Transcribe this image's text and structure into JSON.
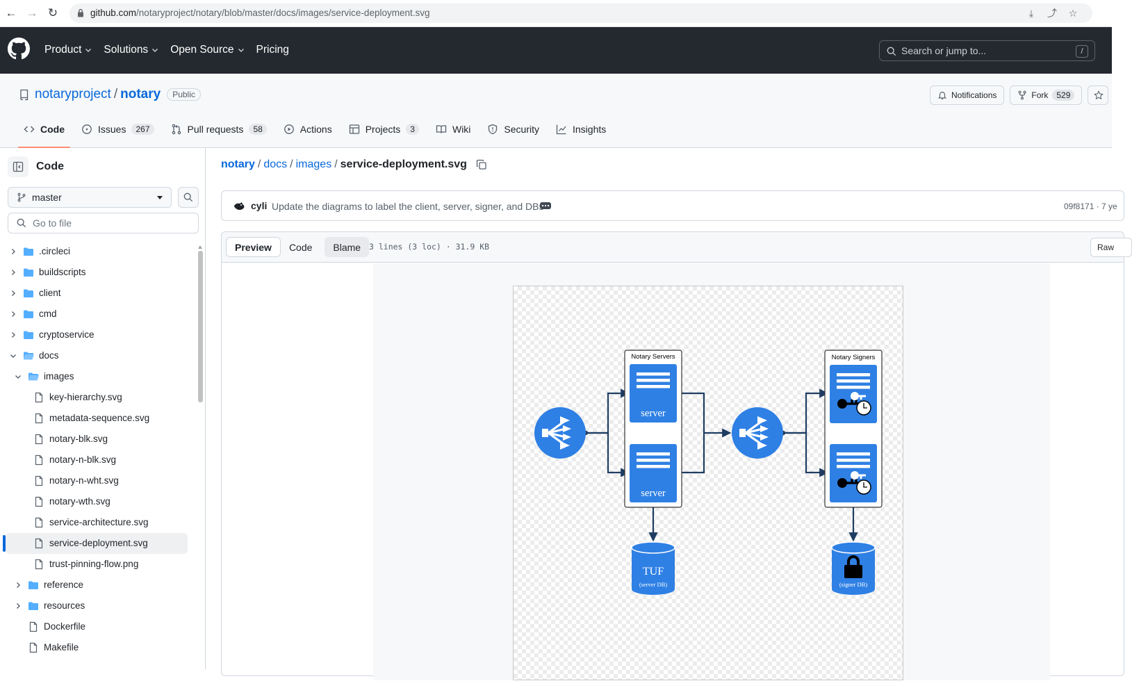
{
  "browser": {
    "url_host": "github.com",
    "url_path": "/notaryproject/notary/blob/master/docs/images/service-deployment.svg"
  },
  "header": {
    "nav": [
      "Product",
      "Solutions",
      "Open Source",
      "Pricing"
    ],
    "search_placeholder": "Search or jump to...",
    "search_shortcut": "/"
  },
  "repo": {
    "owner": "notaryproject",
    "name": "notary",
    "visibility": "Public",
    "notifications_label": "Notifications",
    "fork_label": "Fork",
    "fork_count": "529"
  },
  "tabs": [
    {
      "label": "Code",
      "icon": "code-icon",
      "active": true
    },
    {
      "label": "Issues",
      "count": "267",
      "icon": "issue-icon"
    },
    {
      "label": "Pull requests",
      "count": "58",
      "icon": "pull-request-icon"
    },
    {
      "label": "Actions",
      "icon": "play-icon"
    },
    {
      "label": "Projects",
      "count": "3",
      "icon": "table-icon"
    },
    {
      "label": "Wiki",
      "icon": "book-icon"
    },
    {
      "label": "Security",
      "icon": "shield-icon"
    },
    {
      "label": "Insights",
      "icon": "graph-icon"
    }
  ],
  "sidebar": {
    "title": "Code",
    "branch": "master",
    "goto_placeholder": "Go to file",
    "tree": [
      {
        "label": ".circleci",
        "type": "folder",
        "depth": 0,
        "expanded": false
      },
      {
        "label": "buildscripts",
        "type": "folder",
        "depth": 0,
        "expanded": false
      },
      {
        "label": "client",
        "type": "folder",
        "depth": 0,
        "expanded": false
      },
      {
        "label": "cmd",
        "type": "folder",
        "depth": 0,
        "expanded": false
      },
      {
        "label": "cryptoservice",
        "type": "folder",
        "depth": 0,
        "expanded": false
      },
      {
        "label": "docs",
        "type": "folder",
        "depth": 0,
        "expanded": true
      },
      {
        "label": "images",
        "type": "folder",
        "depth": 1,
        "expanded": true
      },
      {
        "label": "key-hierarchy.svg",
        "type": "file",
        "depth": 2
      },
      {
        "label": "metadata-sequence.svg",
        "type": "file",
        "depth": 2
      },
      {
        "label": "notary-blk.svg",
        "type": "file",
        "depth": 2
      },
      {
        "label": "notary-n-blk.svg",
        "type": "file",
        "depth": 2
      },
      {
        "label": "notary-n-wht.svg",
        "type": "file",
        "depth": 2
      },
      {
        "label": "notary-wth.svg",
        "type": "file",
        "depth": 2
      },
      {
        "label": "service-architecture.svg",
        "type": "file",
        "depth": 2
      },
      {
        "label": "service-deployment.svg",
        "type": "file",
        "depth": 2,
        "selected": true
      },
      {
        "label": "trust-pinning-flow.png",
        "type": "file",
        "depth": 2
      },
      {
        "label": "reference",
        "type": "folder",
        "depth": 1,
        "expanded": false
      },
      {
        "label": "resources",
        "type": "folder",
        "depth": 1,
        "expanded": false
      },
      {
        "label": "Dockerfile",
        "type": "file",
        "depth": 1
      },
      {
        "label": "Makefile",
        "type": "file",
        "depth": 1
      }
    ]
  },
  "breadcrumb": {
    "repo": "notary",
    "dir1": "docs",
    "dir2": "images",
    "file": "service-deployment.svg"
  },
  "commit": {
    "author": "cyli",
    "message": "Update the diagrams to label the client, server, signer, and DBs",
    "meta": "09f8171 · 7 ye"
  },
  "viewer": {
    "tabs": [
      "Preview",
      "Code",
      "Blame"
    ],
    "active_tab": "Preview",
    "info": "3 lines (3 loc) · 31.9 KB",
    "raw_label": "Raw"
  },
  "diagram": {
    "servers_group": "Notary Servers",
    "signers_group": "Notary Signers",
    "server_label": "server",
    "server_db_title": "TUF",
    "server_db_sub": "(server DB)",
    "signer_db_sub": "(signer DB)",
    "node_color": "#2f80e4",
    "line_color": "#1f3d63"
  }
}
